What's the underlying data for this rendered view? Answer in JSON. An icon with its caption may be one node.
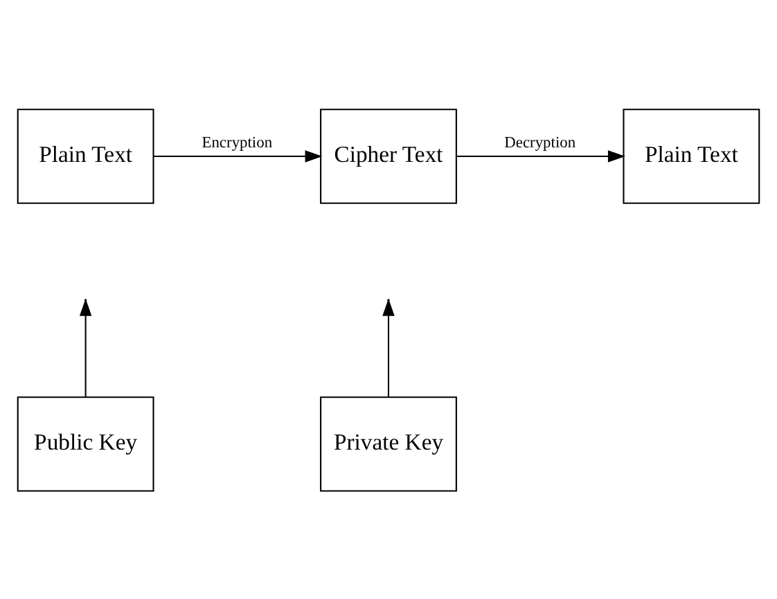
{
  "diagram": {
    "nodes": [
      {
        "text": [
          "Plain Text"
        ]
      },
      {
        "text": [
          "Cipher Text"
        ]
      },
      {
        "text": [
          "Plain Text"
        ]
      },
      {
        "text": [
          "Public Key"
        ]
      },
      {
        "text": [
          "Private Key"
        ]
      }
    ],
    "edges": [
      {
        "from": 0,
        "to": 1,
        "arrow": "to",
        "label": "Encryption"
      },
      {
        "from": 1,
        "to": 2,
        "arrow": "to",
        "label": "Decryption"
      },
      {
        "from": 3,
        "to": null,
        "arrow": "to"
      },
      {
        "from": 4,
        "to": null,
        "arrow": "to"
      }
    ]
  }
}
